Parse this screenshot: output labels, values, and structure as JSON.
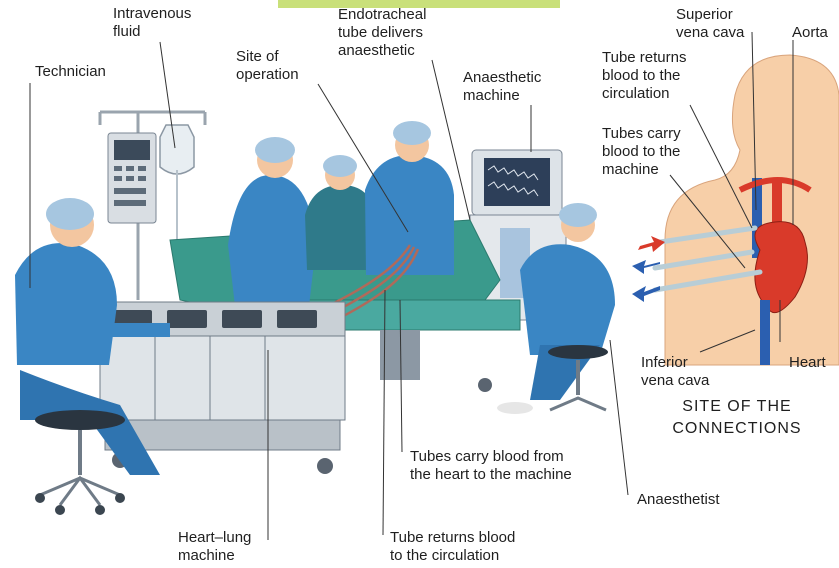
{
  "labels": {
    "technician": "Technician",
    "intravenous_fluid": "Intravenous\nfluid",
    "site_of_operation": "Site of\noperation",
    "endotracheal_tube": "Endotracheal\ntube delivers\nanaesthetic",
    "anaesthetic_machine": "Anaesthetic\nmachine",
    "superior_vena_cava": "Superior\nvena cava",
    "aorta": "Aorta",
    "tube_returns_blood_right": "Tube returns\nblood to the\ncirculation",
    "tubes_carry_blood_right": "Tubes carry\nblood to the\nmachine",
    "inferior_vena_cava": "Inferior\nvena cava",
    "heart": "Heart",
    "site_of_connections": "SITE OF THE\nCONNECTIONS",
    "tubes_carry_blood_from_heart": "Tubes carry blood from\nthe heart to the machine",
    "anaesthetist": "Anaesthetist",
    "heart_lung_machine": "Heart–lung\nmachine",
    "tube_returns_blood_bottom": "Tube returns blood\nto the circulation"
  },
  "colors": {
    "scrubs": "#3a86c4",
    "drape": "#3a9a8c",
    "skin": "#f7cfa8",
    "vein": "#2b5fb0",
    "artery": "#d93a2a",
    "highlight_bar": "#c9e07a"
  }
}
